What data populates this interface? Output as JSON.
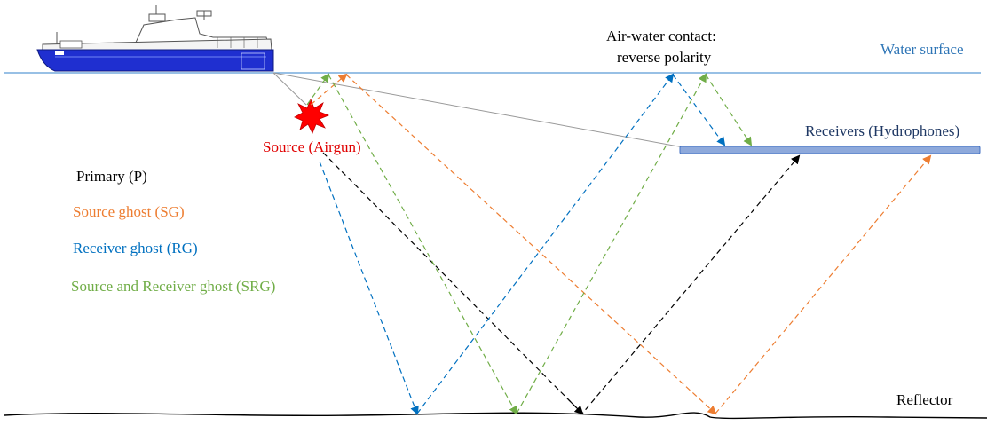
{
  "labels": {
    "water_surface": "Water surface",
    "air_water_contact_line1": "Air-water contact:",
    "air_water_contact_line2": "reverse polarity",
    "receivers": "Receivers (Hydrophones)",
    "source": "Source (Airgun)",
    "reflector": "Reflector"
  },
  "legend": [
    {
      "key": "primary",
      "text": "Primary (P)",
      "color": "#000000"
    },
    {
      "key": "source_ghost",
      "text": "Source ghost (SG)",
      "color": "#ED7D31"
    },
    {
      "key": "receiver_ghost",
      "text": "Receiver ghost (RG)",
      "color": "#0070C0"
    },
    {
      "key": "source_receiver_ghost",
      "text": "Source and Receiver ghost (SRG)",
      "color": "#70AD47"
    }
  ],
  "colors": {
    "water_surface": "#5B9BD5",
    "water_surface_label": "#2E75B6",
    "source_label": "#E00000",
    "receivers_label": "#1F3864",
    "receiver_cable": "#8EA9DB",
    "ship_hull": "#1F2FD0",
    "streamer_tow": "#999999"
  },
  "icons": {
    "ship": "seismic-vessel-icon",
    "airgun": "airgun-burst-icon"
  }
}
